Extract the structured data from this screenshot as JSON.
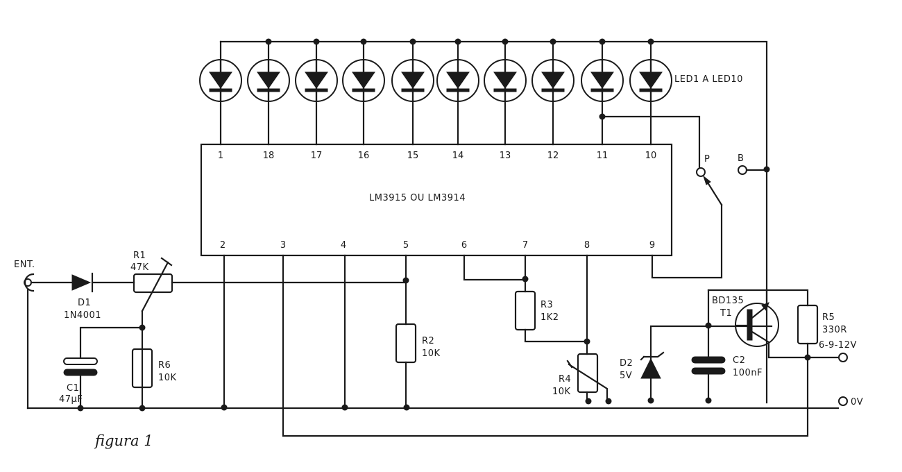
{
  "caption": "figura 1",
  "ic": {
    "label": "LM3915 OU LM3914",
    "top_pins": [
      "1",
      "18",
      "17",
      "16",
      "15",
      "14",
      "13",
      "12",
      "11",
      "10"
    ],
    "bottom_pins": [
      "2",
      "3",
      "4",
      "5",
      "6",
      "7",
      "8",
      "9"
    ]
  },
  "leds": {
    "count": 10,
    "label": "LED1 A LED10"
  },
  "components": {
    "ent": "ENT.",
    "d1": {
      "ref": "D1",
      "value": "1N4001"
    },
    "r1": {
      "ref": "R1",
      "value": "47K"
    },
    "r6": {
      "ref": "R6",
      "value": "10K"
    },
    "c1": {
      "ref": "C1",
      "value": "47µF"
    },
    "r2": {
      "ref": "R2",
      "value": "10K"
    },
    "r3": {
      "ref": "R3",
      "value": "1K2"
    },
    "r4": {
      "ref": "R4",
      "value": "10K"
    },
    "d2": {
      "ref": "D2",
      "value": "5V"
    },
    "c2": {
      "ref": "C2",
      "value": "100nF"
    },
    "t1": {
      "ref": "T1",
      "value": "BD135"
    },
    "r5": {
      "ref": "R5",
      "value": "330R"
    }
  },
  "switch": {
    "p": "P",
    "b": "B"
  },
  "terminals": {
    "supply": "6-9-12V",
    "ground": "0V"
  }
}
